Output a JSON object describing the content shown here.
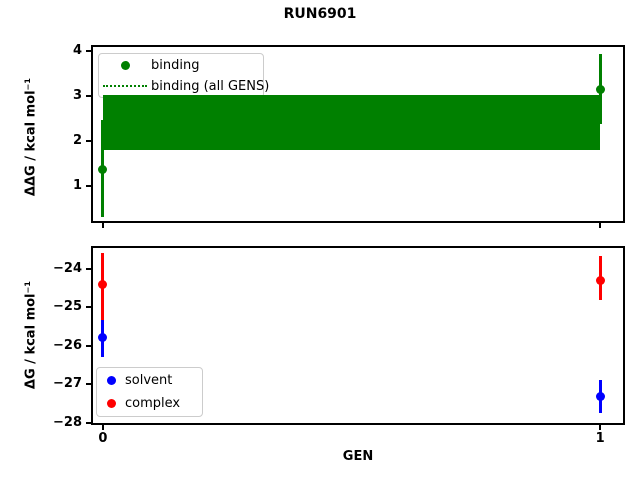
{
  "figure": {
    "title": "RUN6901",
    "background": "#ffffff"
  },
  "chart_data": [
    {
      "type": "scatter",
      "subplot": "top",
      "ylabel": "ΔΔG / kcal mol⁻¹",
      "xlabel": "",
      "xlim": [
        -0.022,
        1.048
      ],
      "ylim": [
        0.21,
        4.12
      ],
      "xticks": [
        0,
        1
      ],
      "xtick_labels": [
        "0",
        "1"
      ],
      "show_xtick_labels": false,
      "yticks": [
        1,
        2,
        3,
        4
      ],
      "ytick_labels": [
        "1",
        "2",
        "3",
        "4"
      ],
      "grid": false,
      "legend": {
        "position": "upper left",
        "entries": [
          {
            "label": "binding",
            "handle": "dot",
            "color": "#008000"
          },
          {
            "label": "binding (all GENS)",
            "handle": "dotted-line",
            "color": "#008000"
          }
        ]
      },
      "band": {
        "name": "binding (all GENS)",
        "color": "#008000",
        "x": [
          0,
          1
        ],
        "y_low": 1.82,
        "y_high": 3.03
      },
      "series": [
        {
          "name": "binding",
          "color": "#008000",
          "marker": "circle",
          "x": [
            0,
            1
          ],
          "y": [
            1.38,
            3.16
          ],
          "err_low": [
            0.33,
            2.38
          ],
          "err_high": [
            2.47,
            3.94
          ]
        }
      ]
    },
    {
      "type": "scatter",
      "subplot": "bottom",
      "ylabel": "ΔG / kcal mol⁻¹",
      "xlabel": "GEN",
      "xlim": [
        -0.022,
        1.048
      ],
      "ylim": [
        -28.03,
        -23.44
      ],
      "xticks": [
        0,
        1
      ],
      "xtick_labels": [
        "0",
        "1"
      ],
      "show_xtick_labels": true,
      "yticks": [
        -24,
        -25,
        -26,
        -27,
        -28
      ],
      "ytick_labels": [
        "−24",
        "−25",
        "−26",
        "−27",
        "−28"
      ],
      "grid": false,
      "legend": {
        "position": "lower left",
        "entries": [
          {
            "label": "solvent",
            "handle": "dot",
            "color": "#0000ff"
          },
          {
            "label": "complex",
            "handle": "dot",
            "color": "#ff0000"
          }
        ]
      },
      "series": [
        {
          "name": "solvent",
          "color": "#0000ff",
          "marker": "circle",
          "x": [
            0,
            1
          ],
          "y": [
            -25.79,
            -27.31
          ],
          "err_low": [
            -26.3,
            -27.75
          ],
          "err_high": [
            -25.33,
            -26.89
          ]
        },
        {
          "name": "complex",
          "color": "#ff0000",
          "marker": "circle",
          "x": [
            0,
            1
          ],
          "y": [
            -24.42,
            -24.31
          ],
          "err_low": [
            -25.33,
            -24.81
          ],
          "err_high": [
            -23.6,
            -23.67
          ]
        }
      ]
    }
  ]
}
